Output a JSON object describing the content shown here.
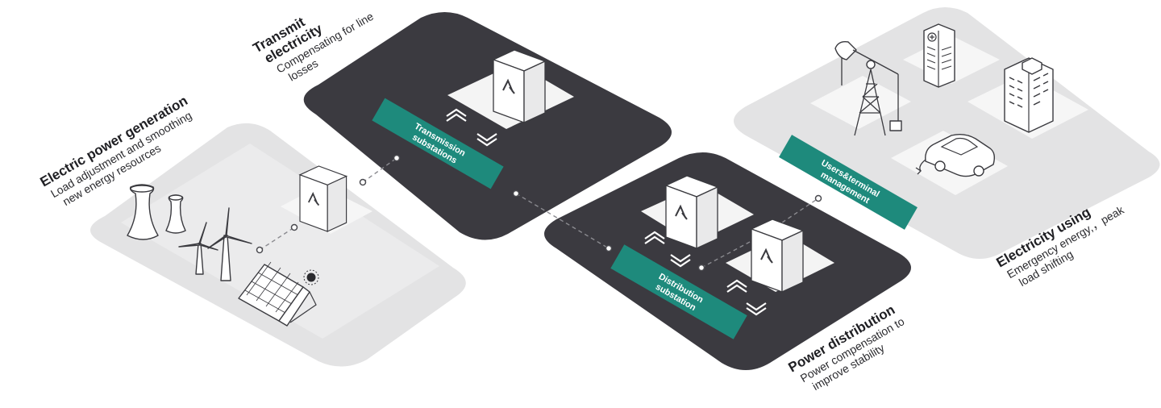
{
  "sections": {
    "generation": {
      "title": "Electric power generation",
      "line1": "Load adjustment and smoothing",
      "line2": "new energy resources"
    },
    "transmit": {
      "title1": "Transmit",
      "title2": "electricity",
      "line1": "Compensating for line",
      "line2": "losses"
    },
    "distribution": {
      "title": "Power distribution",
      "line1": "Power compensation to",
      "line2": "improve stability"
    },
    "using": {
      "title": "Electricity using",
      "line1": "Emergency energy,，peak",
      "line2": "load shifting"
    }
  },
  "bands": {
    "transmission": {
      "line1": "Transmission",
      "line2": "substations"
    },
    "distribution": {
      "line1": "Distribution",
      "line2": "substation"
    },
    "users": {
      "line1": "Users&terminal",
      "line2": "management"
    }
  },
  "colors": {
    "dark_platform": "#3b3a40",
    "light_platform": "#e3e3e4",
    "inner_tile": "#f6f6f6",
    "accent_band": "#1e8a7c"
  },
  "icons": [
    "cooling-tower-icon",
    "wind-turbine-icon",
    "solar-panel-icon",
    "substation-cabinet-icon",
    "oil-pump-icon",
    "hospital-building-icon",
    "office-building-icon",
    "electric-car-icon"
  ]
}
